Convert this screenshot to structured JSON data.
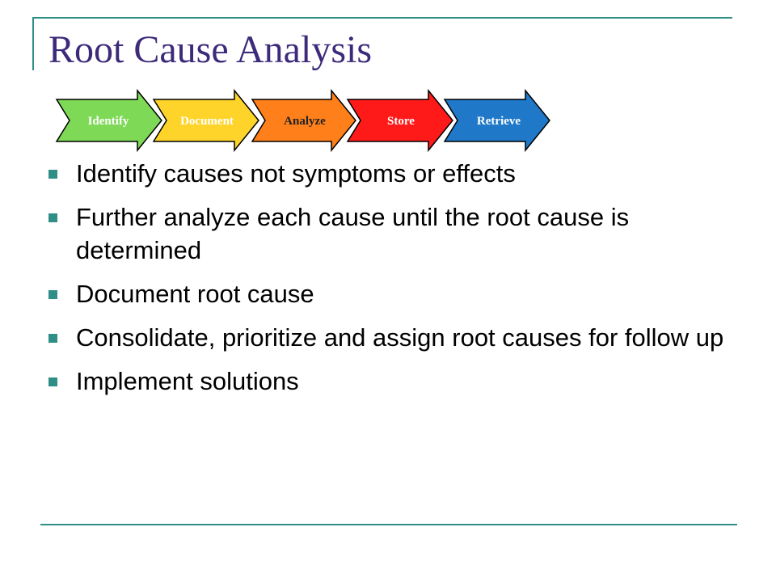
{
  "slide": {
    "title": "Root Cause Analysis",
    "process_steps": [
      {
        "label": "Identify",
        "fill": "#7ed957",
        "text_color": "#ffffff"
      },
      {
        "label": "Document",
        "fill": "#ffd42a",
        "text_color": "#ffffff"
      },
      {
        "label": "Analyze",
        "fill": "#ff7f1a",
        "text_color": "#222222"
      },
      {
        "label": "Store",
        "fill": "#ff1a1a",
        "text_color": "#ffffff"
      },
      {
        "label": "Retrieve",
        "fill": "#1f78c8",
        "text_color": "#ffffff"
      }
    ],
    "bullets": [
      "Identify causes not symptoms or effects",
      "Further analyze each cause until the root cause is determined",
      "Document root cause",
      "Consolidate, prioritize and assign root causes for follow up",
      "Implement solutions"
    ],
    "colors": {
      "title": "#3d2a7a",
      "accent": "#2f8f87"
    }
  }
}
